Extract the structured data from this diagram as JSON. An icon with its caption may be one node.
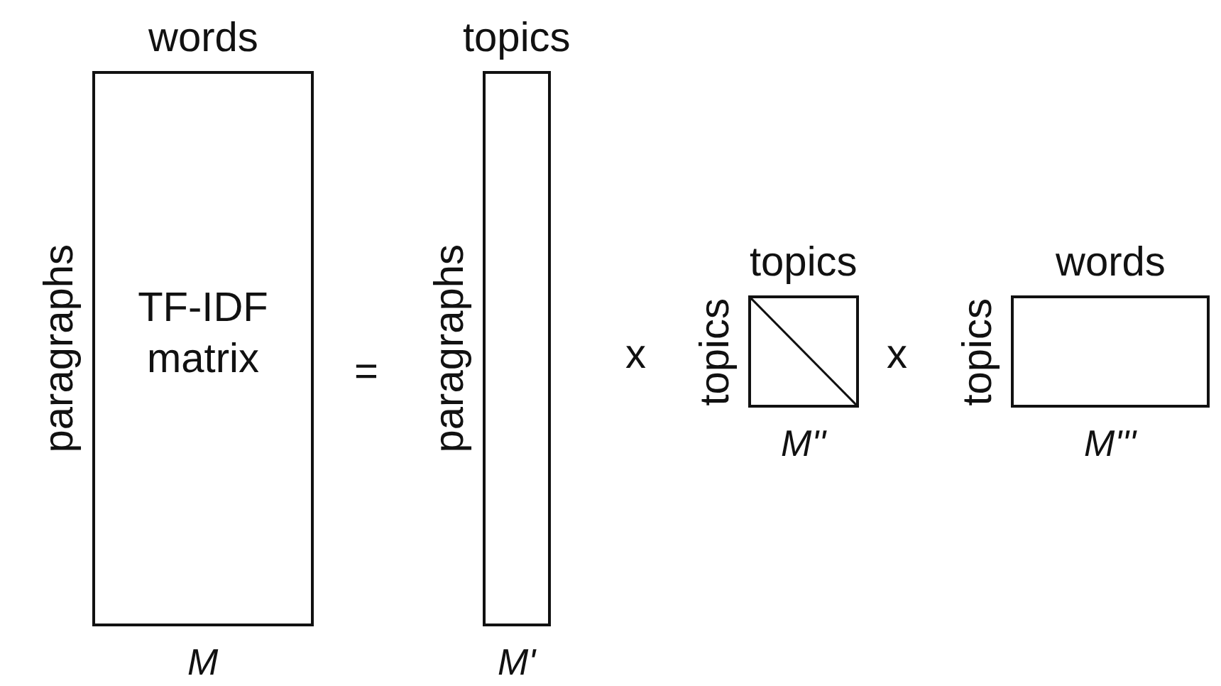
{
  "diagram": {
    "nodes": [
      {
        "text": [
          "words",
          "paragraphs",
          "TF-IDF matrix"
        ],
        "beside": [
          "M"
        ]
      },
      {
        "text": [
          "topics",
          "paragraphs"
        ],
        "beside": [
          "M'"
        ]
      },
      {
        "text": [
          "topics",
          "topics"
        ],
        "beside": [
          "M''"
        ]
      },
      {
        "text": [
          "words",
          "topics"
        ],
        "beside": [
          "M'''"
        ]
      }
    ],
    "labels": [
      "=",
      "x",
      "x"
    ]
  }
}
